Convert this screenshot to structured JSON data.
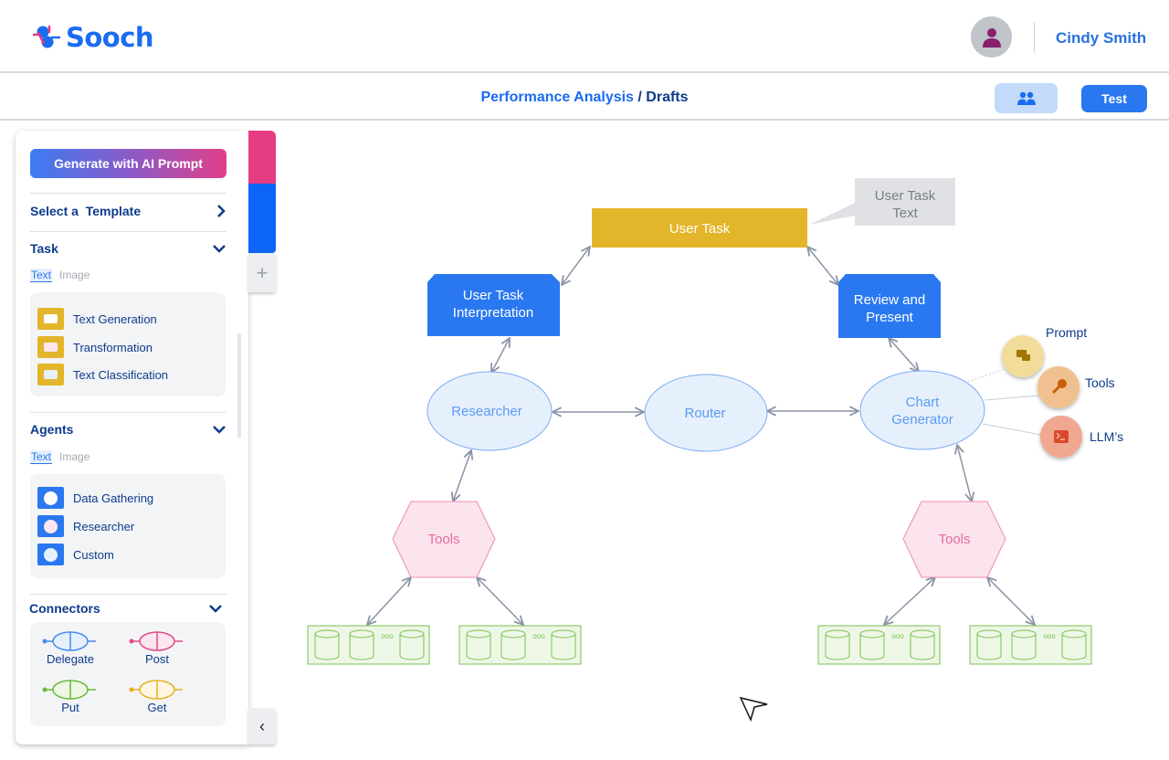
{
  "app": {
    "name": "Sooch"
  },
  "user": {
    "name": "Cindy Smith"
  },
  "breadcrumb": {
    "project": "Performance Analysis",
    "separator": " / ",
    "page": "Drafts"
  },
  "toolbar": {
    "team_icon": "users-icon",
    "test_label": "Test"
  },
  "sidebar": {
    "generate_label": "Generate with AI Prompt",
    "template_label": "Select a  Template",
    "task": {
      "title": "Task",
      "tabs": [
        "Text",
        "Image"
      ],
      "items": [
        {
          "label": "Text Generation",
          "swatch": "#ffffff"
        },
        {
          "label": "Transformation",
          "swatch": "#fde6ee"
        },
        {
          "label": "Text Classification",
          "swatch": "#e6f0fd"
        }
      ]
    },
    "agents": {
      "title": "Agents",
      "tabs": [
        "Text",
        "Image"
      ],
      "items": [
        {
          "label": "Data Gathering",
          "swatch": "#ffffff"
        },
        {
          "label": "Researcher",
          "swatch": "#fde6ee"
        },
        {
          "label": "Custom",
          "swatch": "#e6f0fd"
        }
      ]
    },
    "connectors": {
      "title": "Connectors",
      "items": [
        {
          "label": "Delegate",
          "color": "#4a8af0",
          "fill": "#e6f0fd"
        },
        {
          "label": "Post",
          "color": "#e04a8a",
          "fill": "#fde6ee"
        },
        {
          "label": "Put",
          "color": "#6ab83a",
          "fill": "#eef7e6"
        },
        {
          "label": "Get",
          "color": "#e8b020",
          "fill": "#fdf6e3"
        }
      ]
    }
  },
  "canvas": {
    "user_task": "User Task",
    "callout": [
      "User Task",
      "Text"
    ],
    "interpretation": [
      "User Task",
      "Interpretation"
    ],
    "review": [
      "Review and",
      "Present"
    ],
    "researcher": "Researcher",
    "router": "Router",
    "chart_generator": [
      "Chart",
      "Generator"
    ],
    "tools_left": "Tools",
    "tools_right": "Tools",
    "attachments": [
      {
        "label": "Prompt",
        "icon": "chat-icon",
        "color": "#f2dc9a"
      },
      {
        "label": "Tools",
        "icon": "key-icon",
        "color": "#f0c090"
      },
      {
        "label": "LLM’s",
        "icon": "terminal-icon",
        "color": "#f0a890"
      }
    ],
    "db_ellipsis": "ooo"
  },
  "colors": {
    "accent": "#1a6cf0",
    "task": "#e3b52a",
    "agent_node": "#2a78f0",
    "tool": "#fbe4ee",
    "db": "#eef7e6"
  }
}
